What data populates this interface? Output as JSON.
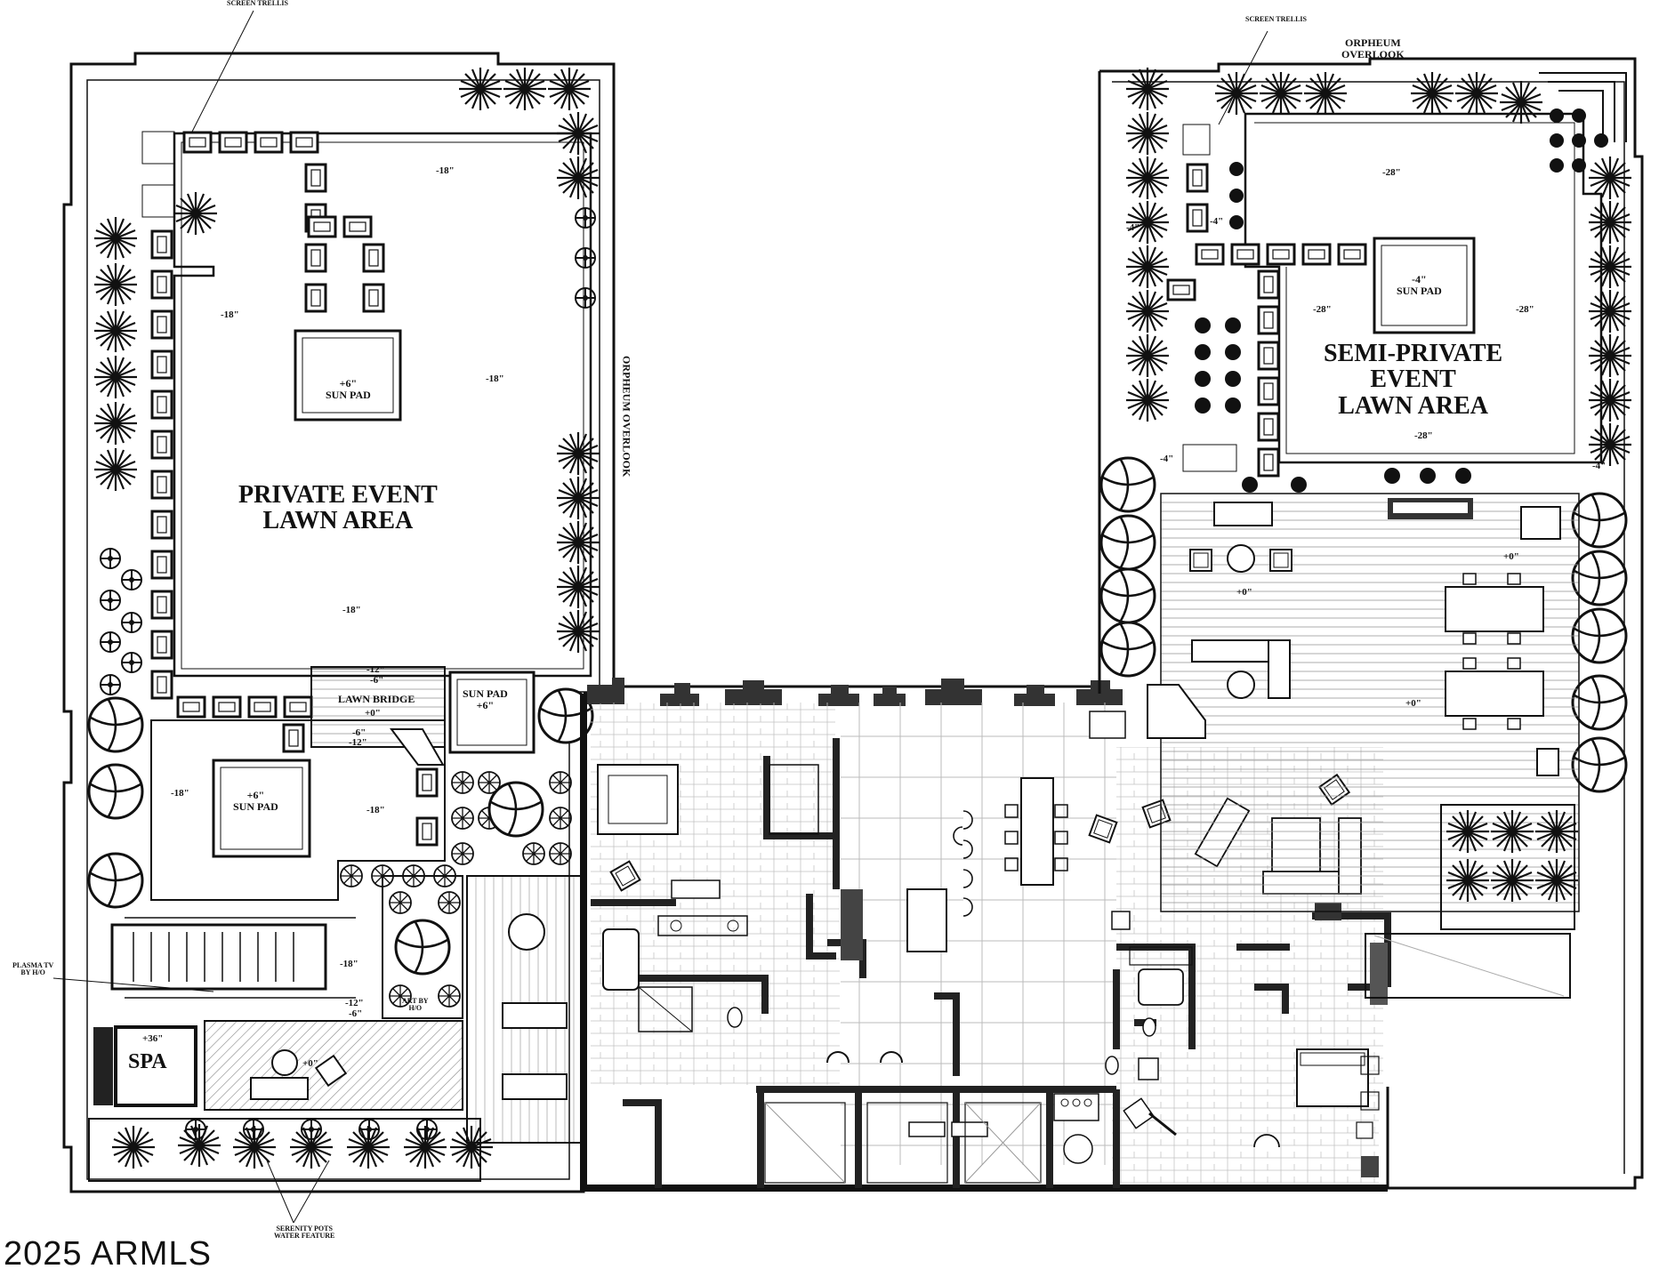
{
  "labels": {
    "screen_trellis_left": "SCREEN TRELLIS",
    "screen_trellis_right": "SCREEN TRELLIS",
    "orpheum_overlook_top": "ORPHEUM\nOVERLOOK",
    "orpheum_overlook_side": "ORPHEUM OVERLOOK",
    "private_event": "PRIVATE EVENT\nLAWN AREA",
    "semi_private_event": "SEMI-PRIVATE\nEVENT\nLAWN AREA",
    "sun_pad_upper": "+6\"\nSUN PAD",
    "sun_pad_lower": "+6\"\nSUN PAD",
    "sun_pad_bridge": "SUN PAD\n+6\"",
    "sun_pad_right": "-4\"\nSUN PAD",
    "lawn_bridge": "LAWN BRIDGE",
    "lawn_bridge_level": "+0\"",
    "spa": "SPA",
    "spa_level": "+36\"",
    "plasma_tv": "PLASMA TV\nBY H/O",
    "art_by": "ART BY\nH/O",
    "serenity_pots": "SERENITY POTS\nWATER FEATURE"
  },
  "levels": {
    "l1": "-18\"",
    "l2": "-18\"",
    "l3": "-18\"",
    "l4": "-18\"",
    "l5": "-18\"",
    "l6": "-18\"",
    "l7": "-18\"",
    "l8": "-12\"",
    "l9": "-6\"",
    "l10": "-6\"",
    "l11": "-12\"",
    "l12": "-12\"",
    "l13": "-6\"",
    "l14": "+0\"",
    "r1": "-28\"",
    "r2": "-28\"",
    "r3": "-28\"",
    "r4": "-28\"",
    "r5": "-4\"",
    "r6": "-4\"",
    "r7": "-4\"",
    "r8": "-4\"",
    "r9": "+0\"",
    "r10": "+0\"",
    "r11": "+0\""
  },
  "watermark": "2025 ARMLS"
}
